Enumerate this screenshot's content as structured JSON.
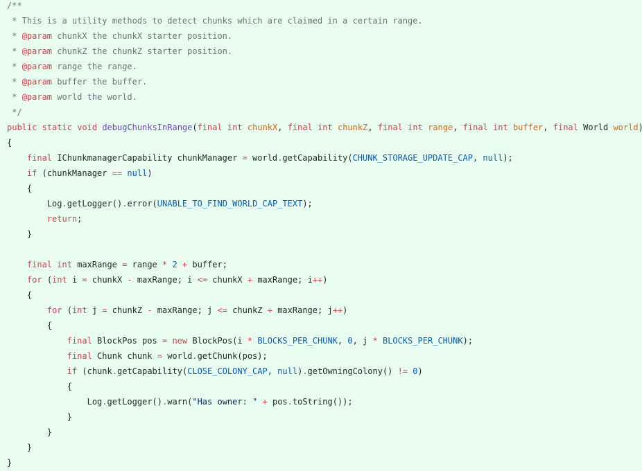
{
  "editor": {
    "background": "#e8fdf0",
    "lines": [
      [
        [
          "comment",
          "/**"
        ]
      ],
      [
        [
          "comment",
          " * This is a utility methods to detect chunks which are claimed in a certain range."
        ]
      ],
      [
        [
          "comment",
          " * "
        ],
        [
          "tag",
          "@param"
        ],
        [
          "comment",
          " chunkX the chunkX starter position."
        ]
      ],
      [
        [
          "comment",
          " * "
        ],
        [
          "tag",
          "@param"
        ],
        [
          "comment",
          " chunkZ the chunkZ starter position."
        ]
      ],
      [
        [
          "comment",
          " * "
        ],
        [
          "tag",
          "@param"
        ],
        [
          "comment",
          " range the range."
        ]
      ],
      [
        [
          "comment",
          " * "
        ],
        [
          "tag",
          "@param"
        ],
        [
          "comment",
          " buffer the buffer."
        ]
      ],
      [
        [
          "comment",
          " * "
        ],
        [
          "tag",
          "@param"
        ],
        [
          "comment",
          " world the world."
        ]
      ],
      [
        [
          "comment",
          " */"
        ]
      ],
      [
        [
          "keyword",
          "public"
        ],
        [
          "plain",
          " "
        ],
        [
          "keyword",
          "static"
        ],
        [
          "plain",
          " "
        ],
        [
          "keyword",
          "void"
        ],
        [
          "plain",
          " "
        ],
        [
          "func",
          "debugChunksInRange"
        ],
        [
          "plain",
          "("
        ],
        [
          "keyword",
          "final"
        ],
        [
          "plain",
          " "
        ],
        [
          "type",
          "int"
        ],
        [
          "plain",
          " "
        ],
        [
          "param",
          "chunkX"
        ],
        [
          "plain",
          ", "
        ],
        [
          "keyword",
          "final"
        ],
        [
          "plain",
          " "
        ],
        [
          "type",
          "int"
        ],
        [
          "plain",
          " "
        ],
        [
          "param",
          "chunkZ"
        ],
        [
          "plain",
          ", "
        ],
        [
          "keyword",
          "final"
        ],
        [
          "plain",
          " "
        ],
        [
          "type",
          "int"
        ],
        [
          "plain",
          " "
        ],
        [
          "param",
          "range"
        ],
        [
          "plain",
          ", "
        ],
        [
          "keyword",
          "final"
        ],
        [
          "plain",
          " "
        ],
        [
          "type",
          "int"
        ],
        [
          "plain",
          " "
        ],
        [
          "param",
          "buffer"
        ],
        [
          "plain",
          ", "
        ],
        [
          "keyword",
          "final"
        ],
        [
          "plain",
          " World "
        ],
        [
          "param",
          "world"
        ],
        [
          "plain",
          ")"
        ]
      ],
      [
        [
          "plain",
          "{"
        ]
      ],
      [
        [
          "plain",
          "    "
        ],
        [
          "keyword",
          "final"
        ],
        [
          "plain",
          " IChunkmanagerCapability chunkManager "
        ],
        [
          "op",
          "="
        ],
        [
          "plain",
          " world"
        ],
        [
          "op",
          "."
        ],
        [
          "plain",
          "getCapability("
        ],
        [
          "const",
          "CHUNK_STORAGE_UPDATE_CAP"
        ],
        [
          "plain",
          ", "
        ],
        [
          "const",
          "null"
        ],
        [
          "plain",
          ");"
        ]
      ],
      [
        [
          "plain",
          "    "
        ],
        [
          "keyword",
          "if"
        ],
        [
          "plain",
          " (chunkManager "
        ],
        [
          "op",
          "=="
        ],
        [
          "plain",
          " "
        ],
        [
          "const",
          "null"
        ],
        [
          "plain",
          ")"
        ]
      ],
      [
        [
          "plain",
          "    {"
        ]
      ],
      [
        [
          "plain",
          "        Log"
        ],
        [
          "op",
          "."
        ],
        [
          "plain",
          "getLogger()"
        ],
        [
          "op",
          "."
        ],
        [
          "plain",
          "error("
        ],
        [
          "const",
          "UNABLE_TO_FIND_WORLD_CAP_TEXT"
        ],
        [
          "plain",
          ");"
        ]
      ],
      [
        [
          "plain",
          "        "
        ],
        [
          "keyword",
          "return"
        ],
        [
          "plain",
          ";"
        ]
      ],
      [
        [
          "plain",
          "    }"
        ]
      ],
      [
        [
          "plain",
          ""
        ]
      ],
      [
        [
          "plain",
          "    "
        ],
        [
          "keyword",
          "final"
        ],
        [
          "plain",
          " "
        ],
        [
          "type",
          "int"
        ],
        [
          "plain",
          " maxRange "
        ],
        [
          "op",
          "="
        ],
        [
          "plain",
          " range "
        ],
        [
          "op",
          "*"
        ],
        [
          "plain",
          " "
        ],
        [
          "number",
          "2"
        ],
        [
          "plain",
          " "
        ],
        [
          "op",
          "+"
        ],
        [
          "plain",
          " buffer;"
        ]
      ],
      [
        [
          "plain",
          "    "
        ],
        [
          "keyword",
          "for"
        ],
        [
          "plain",
          " ("
        ],
        [
          "type",
          "int"
        ],
        [
          "plain",
          " i "
        ],
        [
          "op",
          "="
        ],
        [
          "plain",
          " chunkX "
        ],
        [
          "op",
          "-"
        ],
        [
          "plain",
          " maxRange; i "
        ],
        [
          "op",
          "<="
        ],
        [
          "plain",
          " chunkX "
        ],
        [
          "op",
          "+"
        ],
        [
          "plain",
          " maxRange; i"
        ],
        [
          "op",
          "++"
        ],
        [
          "plain",
          ")"
        ]
      ],
      [
        [
          "plain",
          "    {"
        ]
      ],
      [
        [
          "plain",
          "        "
        ],
        [
          "keyword",
          "for"
        ],
        [
          "plain",
          " ("
        ],
        [
          "type",
          "int"
        ],
        [
          "plain",
          " j "
        ],
        [
          "op",
          "="
        ],
        [
          "plain",
          " chunkZ "
        ],
        [
          "op",
          "-"
        ],
        [
          "plain",
          " maxRange; j "
        ],
        [
          "op",
          "<="
        ],
        [
          "plain",
          " chunkZ "
        ],
        [
          "op",
          "+"
        ],
        [
          "plain",
          " maxRange; j"
        ],
        [
          "op",
          "++"
        ],
        [
          "plain",
          ")"
        ]
      ],
      [
        [
          "plain",
          "        {"
        ]
      ],
      [
        [
          "plain",
          "            "
        ],
        [
          "keyword",
          "final"
        ],
        [
          "plain",
          " BlockPos pos "
        ],
        [
          "op",
          "="
        ],
        [
          "plain",
          " "
        ],
        [
          "keyword",
          "new"
        ],
        [
          "plain",
          " BlockPos(i "
        ],
        [
          "op",
          "*"
        ],
        [
          "plain",
          " "
        ],
        [
          "const",
          "BLOCKS_PER_CHUNK"
        ],
        [
          "plain",
          ", "
        ],
        [
          "number",
          "0"
        ],
        [
          "plain",
          ", j "
        ],
        [
          "op",
          "*"
        ],
        [
          "plain",
          " "
        ],
        [
          "const",
          "BLOCKS_PER_CHUNK"
        ],
        [
          "plain",
          ");"
        ]
      ],
      [
        [
          "plain",
          "            "
        ],
        [
          "keyword",
          "final"
        ],
        [
          "plain",
          " Chunk chunk "
        ],
        [
          "op",
          "="
        ],
        [
          "plain",
          " world"
        ],
        [
          "op",
          "."
        ],
        [
          "plain",
          "getChunk(pos);"
        ]
      ],
      [
        [
          "plain",
          "            "
        ],
        [
          "keyword",
          "if"
        ],
        [
          "plain",
          " (chunk"
        ],
        [
          "op",
          "."
        ],
        [
          "plain",
          "getCapability("
        ],
        [
          "const",
          "CLOSE_COLONY_CAP"
        ],
        [
          "plain",
          ", "
        ],
        [
          "const",
          "null"
        ],
        [
          "plain",
          ")"
        ],
        [
          "op",
          "."
        ],
        [
          "plain",
          "getOwningColony() "
        ],
        [
          "op",
          "!="
        ],
        [
          "plain",
          " "
        ],
        [
          "number",
          "0"
        ],
        [
          "plain",
          ")"
        ]
      ],
      [
        [
          "plain",
          "            {"
        ]
      ],
      [
        [
          "plain",
          "                Log"
        ],
        [
          "op",
          "."
        ],
        [
          "plain",
          "getLogger()"
        ],
        [
          "op",
          "."
        ],
        [
          "plain",
          "warn("
        ],
        [
          "string",
          "\"Has owner: \""
        ],
        [
          "plain",
          " "
        ],
        [
          "op",
          "+"
        ],
        [
          "plain",
          " pos"
        ],
        [
          "op",
          "."
        ],
        [
          "plain",
          "toString());"
        ]
      ],
      [
        [
          "plain",
          "            }"
        ]
      ],
      [
        [
          "plain",
          "        }"
        ]
      ],
      [
        [
          "plain",
          "    }"
        ]
      ],
      [
        [
          "plain",
          "}"
        ]
      ]
    ]
  }
}
